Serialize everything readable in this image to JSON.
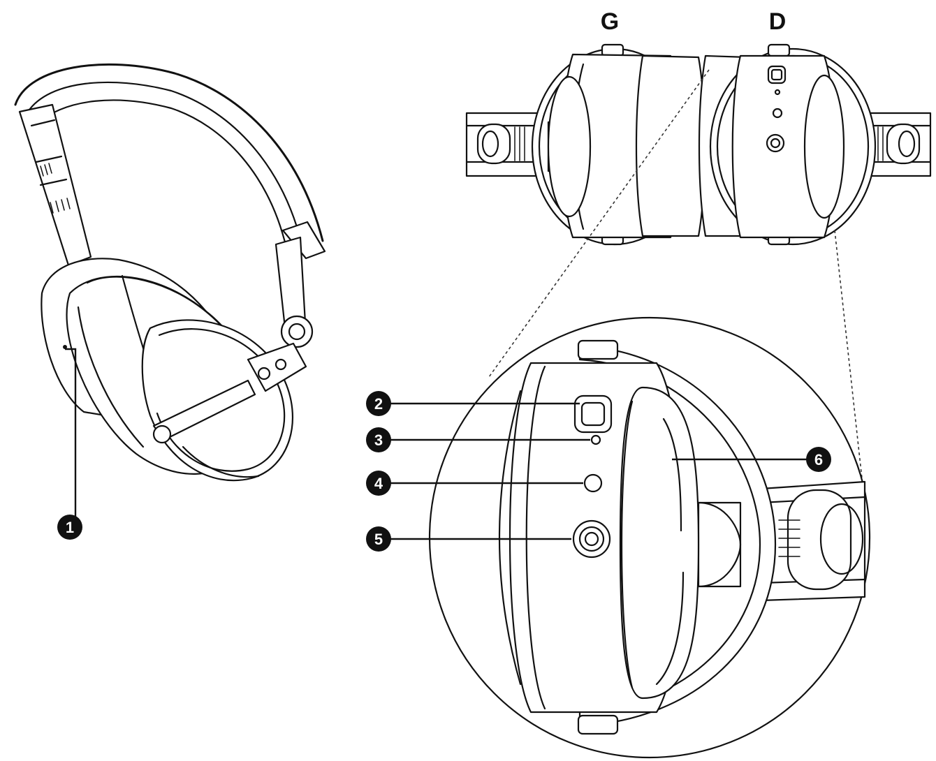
{
  "side_labels": {
    "left": "G",
    "right": "D"
  },
  "callouts": [
    "1",
    "2",
    "3",
    "4",
    "5",
    "6"
  ]
}
